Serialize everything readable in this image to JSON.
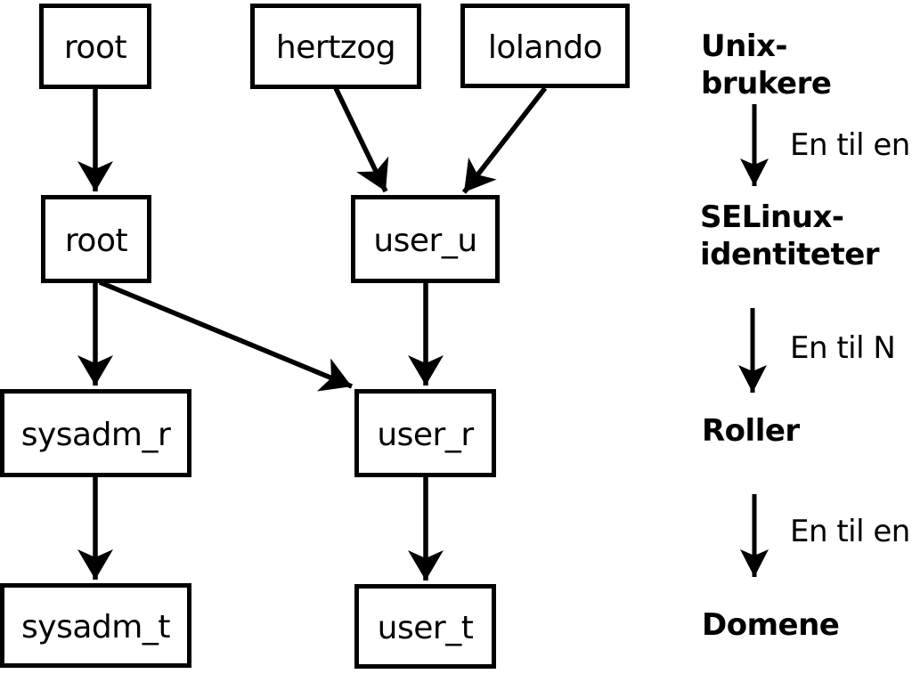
{
  "nodes": {
    "unix_root": "root",
    "unix_hertzog": "hertzog",
    "unix_lolando": "lolando",
    "selinux_root": "root",
    "selinux_user_u": "user_u",
    "role_sysadm_r": "sysadm_r",
    "role_user_r": "user_r",
    "domain_sysadm_t": "sysadm_t",
    "domain_user_t": "user_t"
  },
  "edges": [
    {
      "from": "unix_root",
      "to": "selinux_root"
    },
    {
      "from": "unix_hertzog",
      "to": "selinux_user_u"
    },
    {
      "from": "unix_lolando",
      "to": "selinux_user_u"
    },
    {
      "from": "selinux_root",
      "to": "role_sysadm_r"
    },
    {
      "from": "selinux_root",
      "to": "role_user_r"
    },
    {
      "from": "selinux_user_u",
      "to": "role_user_r"
    },
    {
      "from": "role_sysadm_r",
      "to": "domain_sysadm_t"
    },
    {
      "from": "role_user_r",
      "to": "domain_user_t"
    }
  ],
  "legend": {
    "unix_users": "Unix-brukere",
    "one_to_one_a": "En til en",
    "selinux_identities": "SELinux-identiteter",
    "one_to_n": "En til N",
    "roles": "Roller",
    "one_to_one_b": "En til en",
    "domains": "Domene"
  },
  "colors": {
    "foreground": "#000000",
    "background": "#ffffff"
  }
}
